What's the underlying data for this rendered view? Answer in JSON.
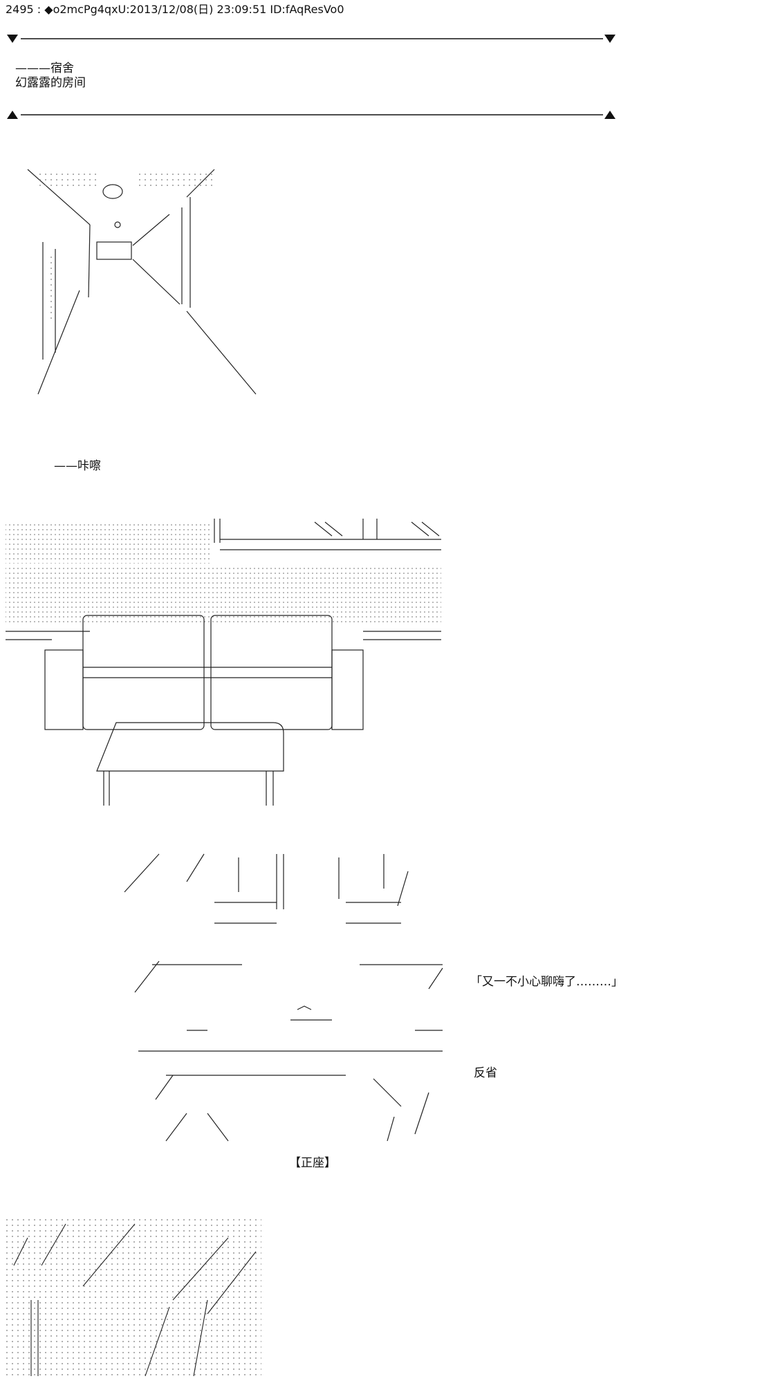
{
  "post": {
    "header": "2495 : ◆o2mcPg4qxU:2013/12/08(日) 23:09:51 ID:fAqResVo0"
  },
  "scene": {
    "location_line1": "———宿舍",
    "location_line2": "幻露露的房间",
    "sound": "——咔嚓",
    "speech": "「又一不小心聊嗨了………」",
    "reflect": "反省",
    "caption": "【正座】"
  }
}
